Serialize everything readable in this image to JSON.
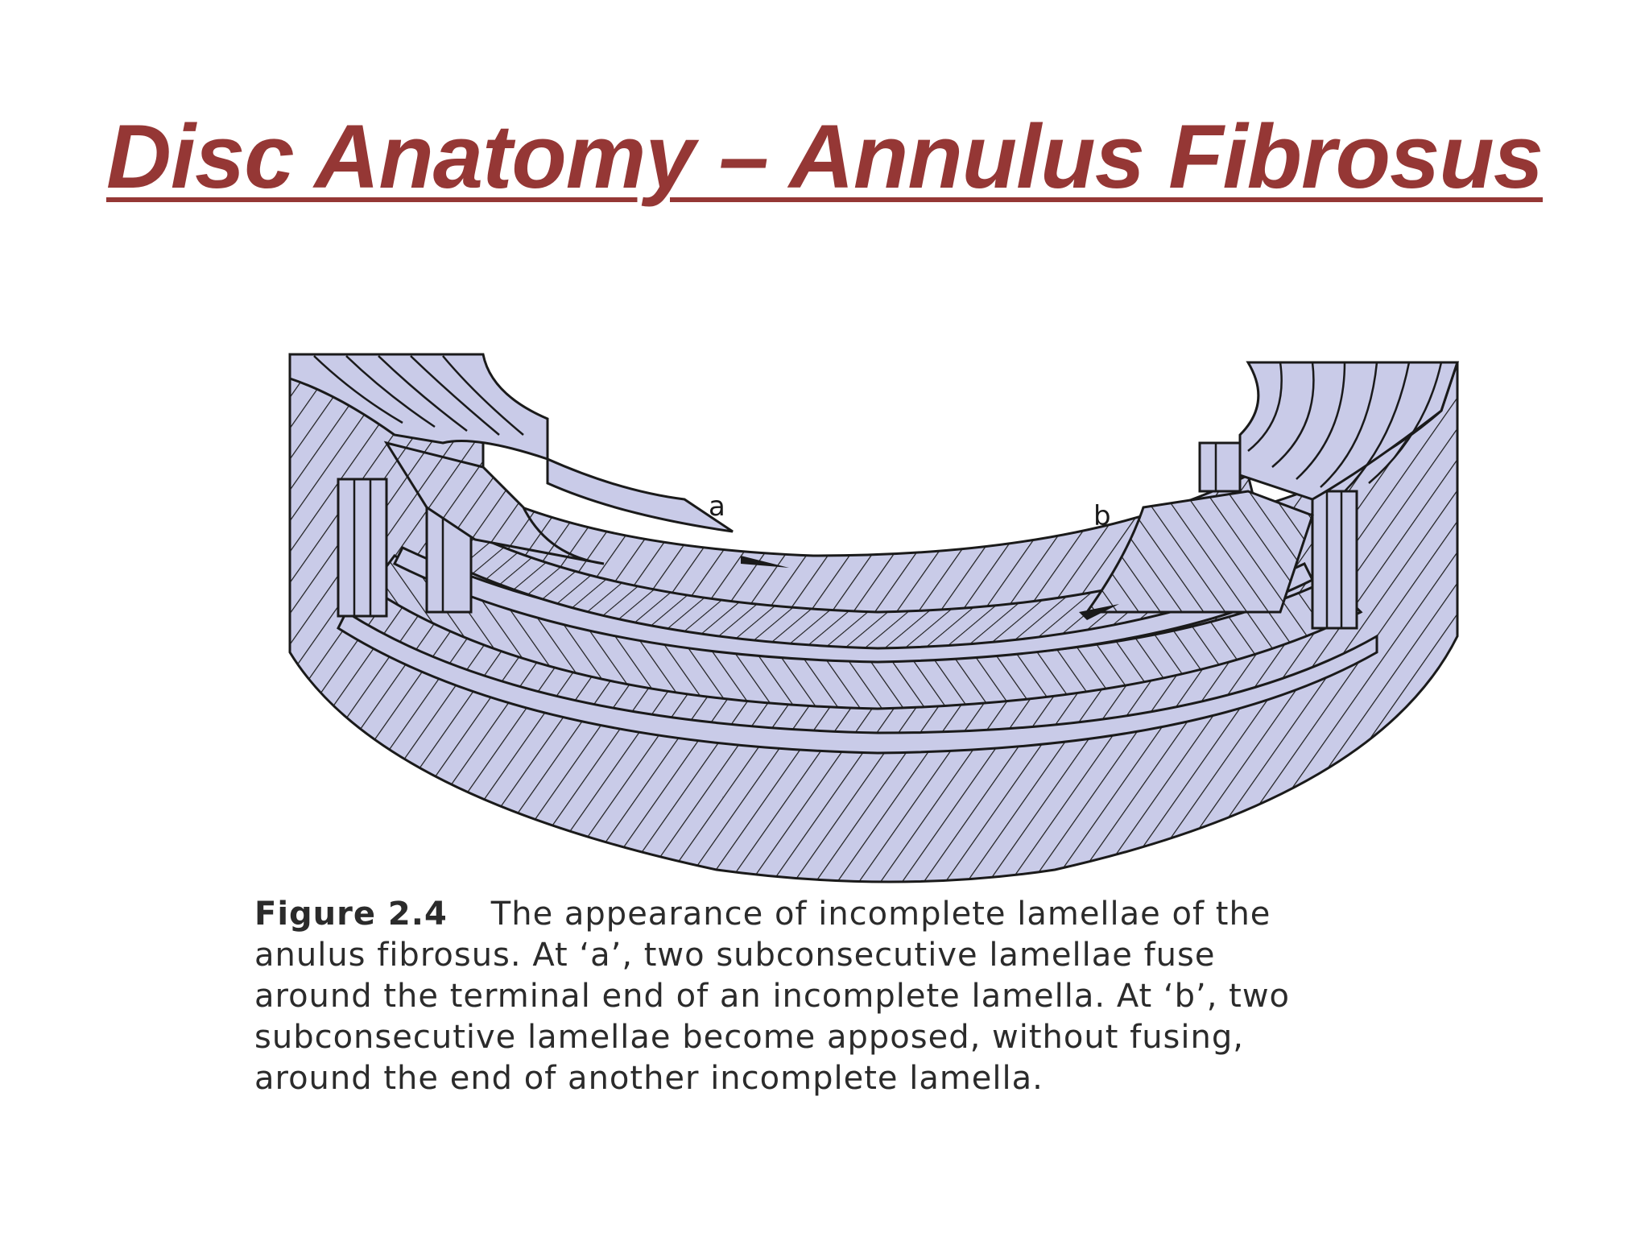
{
  "slide": {
    "title": "Disc Anatomy – Annulus Fibrosus"
  },
  "figure": {
    "label_a": "a",
    "label_b": "b",
    "fill_color": "#c9cbe8",
    "line_color": "#1a1a1a"
  },
  "caption": {
    "figure_label": "Figure 2.4",
    "line1": "The appearance of incomplete lamellae of the",
    "line2": "anulus fibrosus. At ‘a’, two subconsecutive lamellae fuse",
    "line3": "around the terminal end of an incomplete lamella. At ‘b’, two",
    "line4": "subconsecutive lamellae become apposed, without fusing,",
    "line5": "around the end of another incomplete lamella."
  }
}
